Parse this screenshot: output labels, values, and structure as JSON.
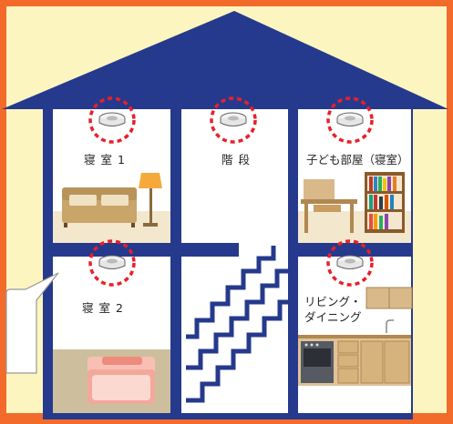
{
  "rooms": {
    "bedroom1": {
      "label": "寝 室  1"
    },
    "stairs": {
      "label": "階 段"
    },
    "kids_room": {
      "label": "子ども部屋（寝室）"
    },
    "bedroom2": {
      "label": "寝 室  2"
    },
    "living": {
      "label_line1": "リビング・",
      "label_line2": "ダイニング"
    }
  },
  "colors": {
    "frame": "#f26b2a",
    "background": "#fdf5c0",
    "house": "#253a8c",
    "room": "#ffffff",
    "floor": "#f3e7cd",
    "detector_ring": "#e8202a"
  },
  "icons": [
    "smoke-detector-icon",
    "sofa-icon",
    "floor-lamp-icon",
    "desk-icon",
    "bookshelf-icon",
    "bed-icon",
    "kitchen-icon"
  ]
}
